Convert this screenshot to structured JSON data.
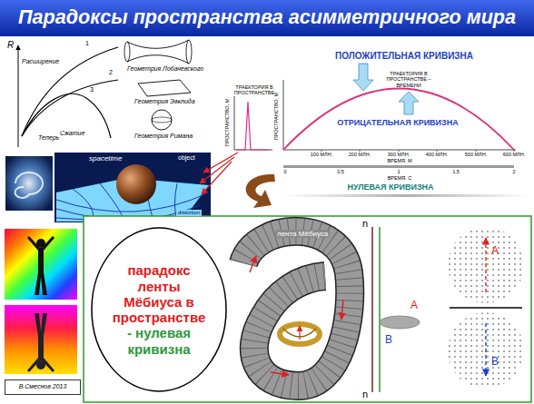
{
  "diagram": {
    "title": "Парадоксы пространства асимметричного мира",
    "nodes": [
      {
        "text": [
          "парадокс ленты Мёбиуса в пространстве",
          "- нулевая кривизна"
        ]
      },
      {
        "text": [
          "В.Смеснов 2013"
        ]
      }
    ],
    "labels": [
      "R",
      "Расширение",
      "Теперь",
      "Сжатие",
      "1",
      "2",
      "3",
      "Геометрия Лобачевского",
      "Геометрия Эвклида",
      "Геометрия Римана",
      "spacetime",
      "object",
      "distortion",
      "ТРАЕКТОРИЯ В ПРОСТРАНСТВЕ",
      "ПРОСТРАНСТВО, М",
      "ПОЛОЖИТЕЛЬНАЯ КРИВИЗНА",
      "ТРАЕКТОРИЯ В ПРОСТРАНСТВЕ – ВРЕМЕНИ",
      "ПРОСТРАНСТВО, М",
      "ОТРИЦАТЕЛЬНАЯ КРИВИЗНА",
      "100 МЛН.",
      "200 МЛН.",
      "300 МЛН.",
      "400 МЛН.",
      "500 МЛН.",
      "600 МЛН.",
      "ВРЕМЯ, М",
      "0",
      "0,5",
      "1",
      "1,5",
      "2",
      "ВРЕМЯ, С",
      "НУЛЕВАЯ КРИВИЗНА",
      "лента Мёбиуса",
      "n",
      "n",
      "A",
      "B",
      "A",
      "B"
    ]
  }
}
